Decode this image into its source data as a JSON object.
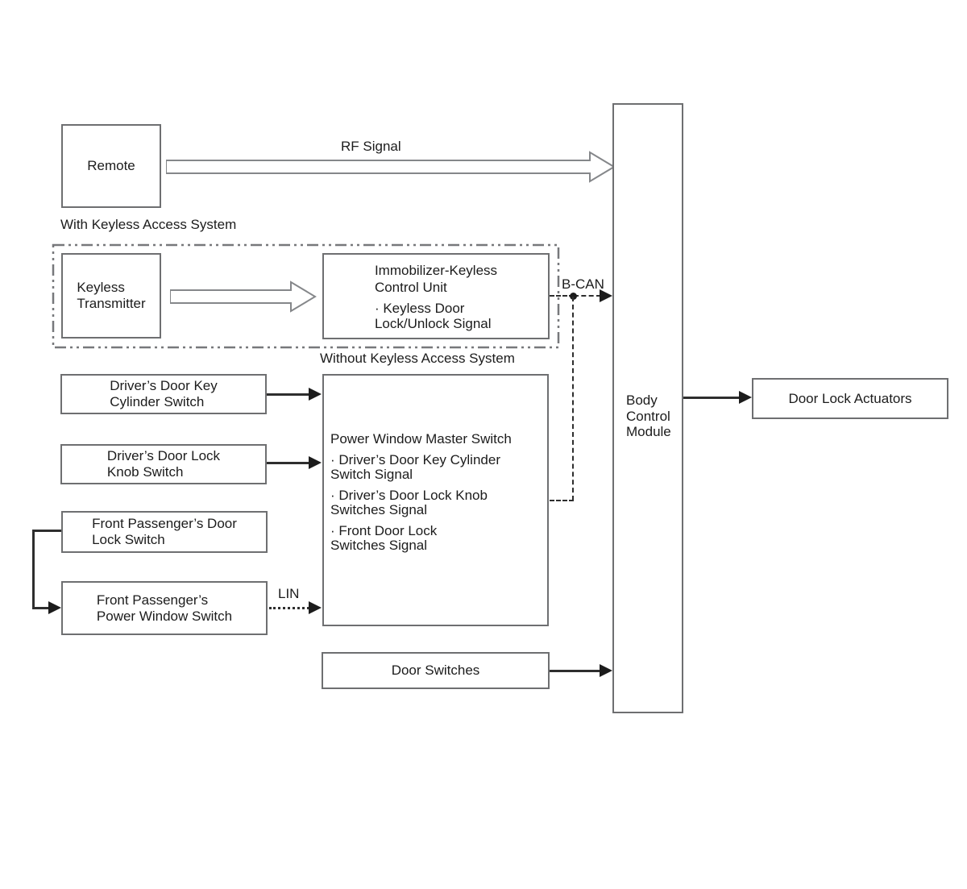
{
  "diagram": {
    "title": "Door lock system block diagram",
    "colors": {
      "background": "#ffffff",
      "box_border": "#6e6f71",
      "solid_line": "#2e2e2e",
      "arrowhead": "#1c1c1c",
      "hollow_arrow_outline": "#85878a",
      "dashdot_container_border": "#77787b",
      "text": "#1c1c1c"
    },
    "boxes": {
      "remote": {
        "label": "Remote"
      },
      "keyless_transmitter": {
        "lines": [
          "Keyless",
          "Transmitter"
        ]
      },
      "immobilizer": {
        "title_lines": [
          "Immobilizer-Keyless",
          "Control Unit"
        ],
        "bullet_lines": [
          "· Keyless Door",
          "Lock/Unlock Signal"
        ]
      },
      "driver_key_cylinder": {
        "lines": [
          "Driver’s Door Key",
          "Cylinder Switch"
        ]
      },
      "driver_lock_knob": {
        "lines": [
          "Driver’s Door Lock",
          "Knob Switch"
        ]
      },
      "front_passenger_door_lock": {
        "lines": [
          "Front Passenger’s Door",
          "Lock Switch"
        ]
      },
      "front_passenger_power_window": {
        "lines": [
          "Front Passenger’s",
          "Power Window Switch"
        ]
      },
      "power_window_master": {
        "title": "Power Window Master Switch",
        "bullets": [
          [
            "· Driver’s Door Key Cylinder",
            "Switch Signal"
          ],
          [
            "· Driver’s Door Lock Knob",
            "Switches Signal"
          ],
          [
            "· Front Door Lock",
            "Switches Signal"
          ]
        ]
      },
      "door_switches": {
        "label": "Door Switches"
      },
      "body_control_module": {
        "lines": [
          "Body",
          "Control",
          "Module"
        ]
      },
      "door_lock_actuators": {
        "label": "Door Lock Actuators"
      }
    },
    "labels": {
      "rf_signal": "RF Signal",
      "with_keyless": "With Keyless Access System",
      "without_keyless": "Without Keyless Access System",
      "b_can": "B-CAN",
      "lin": "LIN"
    }
  }
}
